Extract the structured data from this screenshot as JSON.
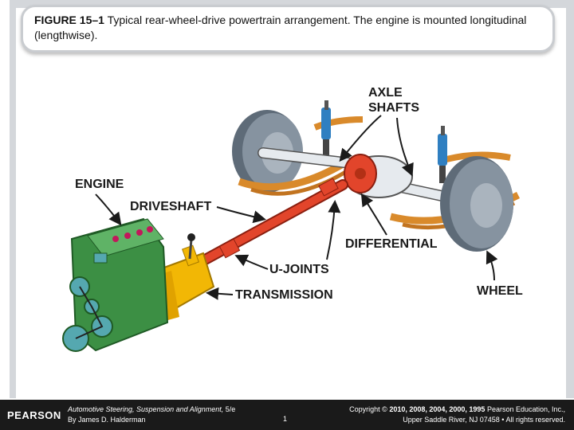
{
  "caption": {
    "label": "FIGURE 15–1",
    "text": " Typical rear-wheel-drive powertrain arrangement. The engine is mounted longitudinal (lengthwise)."
  },
  "figure": {
    "labels": {
      "axle_line1": "AXLE",
      "axle_line2": "SHAFTS",
      "engine": "ENGINE",
      "driveshaft": "DRIVESHAFT",
      "differential": "DIFFERENTIAL",
      "ujoints": "U-JOINTS",
      "transmission": "TRANSMISSION",
      "wheel": "WHEEL"
    },
    "colors": {
      "engine": "#3c8f44",
      "transmission": "#f2b705",
      "driveshaft": "#e2452b",
      "axle": "#e6eaee",
      "tire": "#7f8c99",
      "spring": "#d98a2b",
      "shock": "#2f7fc1"
    }
  },
  "footer": {
    "logo": "PEARSON",
    "book_title": "Automotive Steering, Suspension and Alignment,",
    "edition": " 5/e",
    "author": "By James D. Halderman",
    "page_number": "1",
    "copyright_prefix": "Copyright © ",
    "copyright_years": "2010, 2008, 2004, 2000, 1995",
    "copyright_suffix": " Pearson Education, Inc.,",
    "address": "Upper Saddle River, NJ 07458 • All rights reserved."
  }
}
